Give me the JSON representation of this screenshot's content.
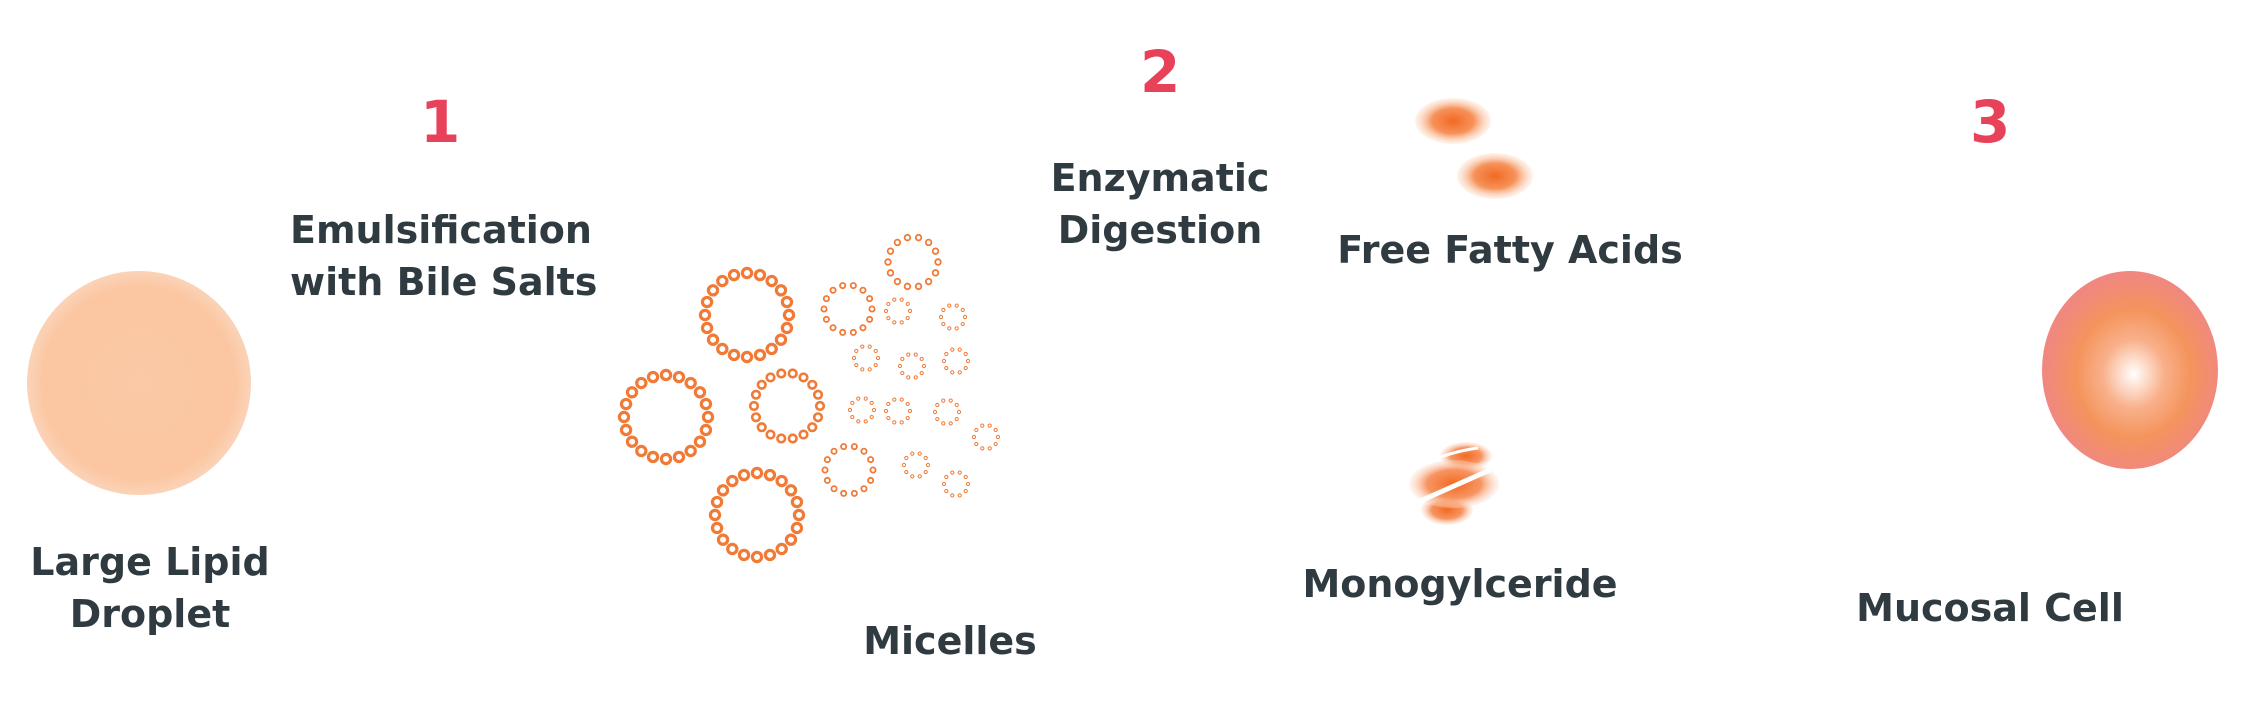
{
  "steps": [
    {
      "number": "1",
      "label_lines": [
        "Emulsification",
        "with Bile Salts"
      ]
    },
    {
      "number": "2",
      "label_lines": [
        "Enzymatic",
        "Digestion"
      ]
    },
    {
      "number": "3",
      "label_lines": []
    }
  ],
  "items": {
    "large_lipid_droplet": {
      "label_lines": [
        "Large Lipid",
        "Droplet"
      ]
    },
    "micelles": {
      "label": "Micelles"
    },
    "free_fatty_acids": {
      "label": "Free Fatty Acids"
    },
    "monoglyceride": {
      "label": "Monogylceride"
    },
    "mucosal_cell": {
      "label": "Mucosal Cell"
    }
  },
  "colors": {
    "step_number": "#e8425a",
    "label_text": "#2f3b40",
    "droplet": "#fbc9a6",
    "micelle_ring": "#f07a36",
    "fatty_acid": "#f47c3c",
    "mucosal_cell_outer": "#f08880",
    "mucosal_cell_inner": "#ffffff"
  }
}
